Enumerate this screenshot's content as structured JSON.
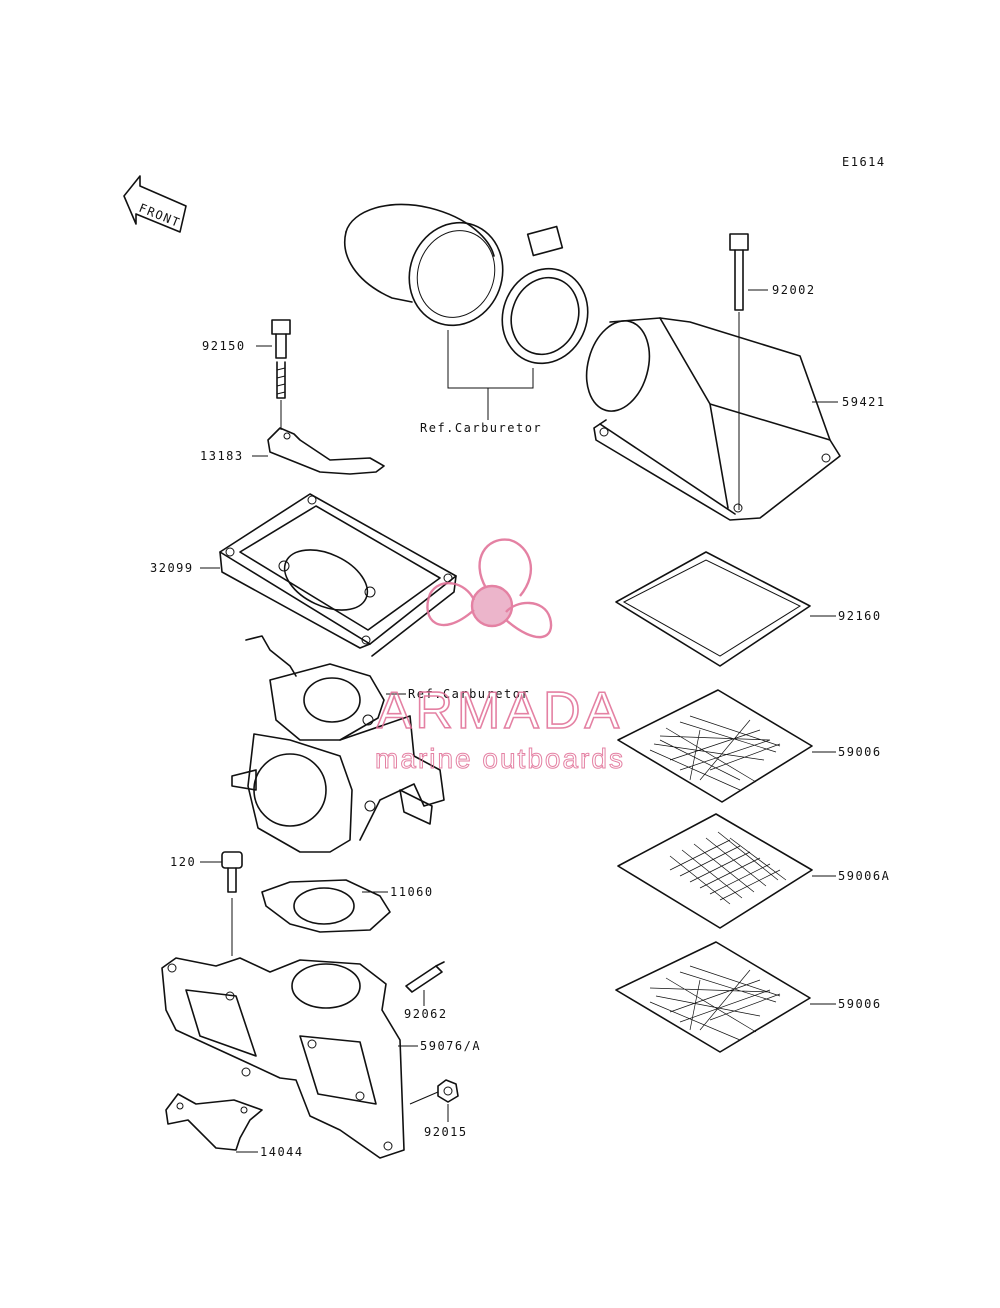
{
  "diagram": {
    "code": "E1614",
    "front_label": "FRONT",
    "ref_labels": [
      "Ref.Carburetor",
      "Ref.Carburetor"
    ],
    "parts": [
      "92002",
      "59421",
      "92150",
      "13183",
      "32099",
      "92160",
      "59006",
      "59006A",
      "59006",
      "120",
      "11060",
      "92062",
      "59076/A",
      "92015",
      "14044"
    ]
  },
  "watermark": {
    "brand": "ARMADA",
    "tagline": "marine outboards",
    "color": "#e06c94"
  }
}
